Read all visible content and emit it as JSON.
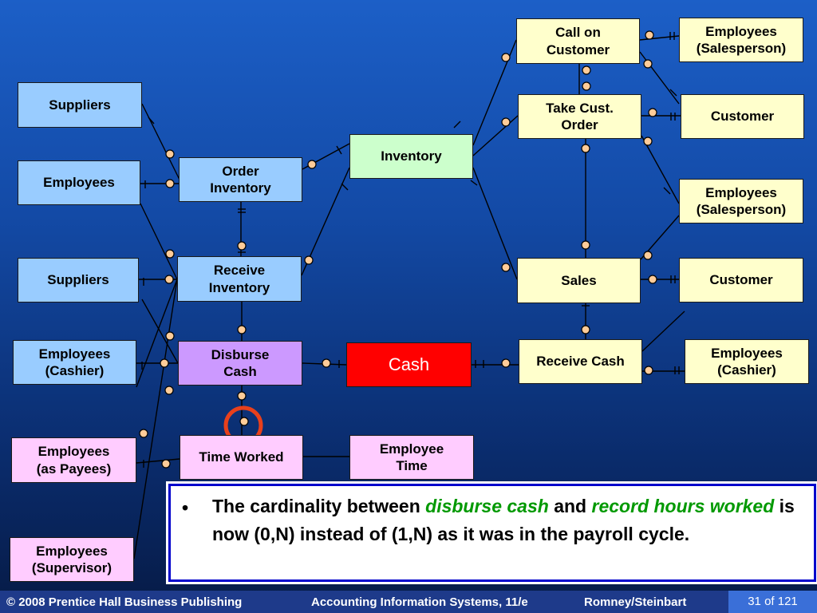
{
  "entities": {
    "call_on_customer": "Call on\nCustomer",
    "employees_salesperson_1": "Employees\n(Salesperson)",
    "suppliers_1": "Suppliers",
    "take_cust_order": "Take Cust.\nOrder",
    "customer_1": "Customer",
    "employees": "Employees",
    "order_inventory": "Order\nInventory",
    "inventory": "Inventory",
    "employees_salesperson_2": "Employees\n(Salesperson)",
    "suppliers_2": "Suppliers",
    "receive_inventory": "Receive\nInventory",
    "sales": "Sales",
    "customer_2": "Customer",
    "employees_cashier_1": "Employees\n(Cashier)",
    "disburse_cash": "Disburse\nCash",
    "cash": "Cash",
    "receive_cash": "Receive Cash",
    "employees_cashier_2": "Employees\n(Cashier)",
    "employees_payees": "Employees\n(as Payees)",
    "time_worked": "Time Worked",
    "employee_time": "Employee\nTime",
    "employees_supervisor": "Employees\n(Supervisor)"
  },
  "note": {
    "bullet": "•",
    "t1": "The cardinality between ",
    "e1": "disburse cash",
    "t2": " and ",
    "e2": "record hours worked",
    "t3": " is now (0,N) instead of (1,N) as it was in the payroll cycle."
  },
  "footer": {
    "copyright": "© 2008 Prentice Hall Business Publishing",
    "book": "Accounting Information Systems, 11/e",
    "authors": "Romney/Steinbart",
    "page": "31 of 121"
  },
  "colors": {
    "entity_blue": "#99ccff",
    "event_yellow": "#ffffcc",
    "resource_green": "#ccffcc",
    "event_purple": "#cc99ff",
    "agent_pink": "#ffccff",
    "cash_red": "#ff0000",
    "highlight_circle": "#e8401c",
    "note_border": "#0000cc",
    "note_emphasis": "#009900"
  }
}
